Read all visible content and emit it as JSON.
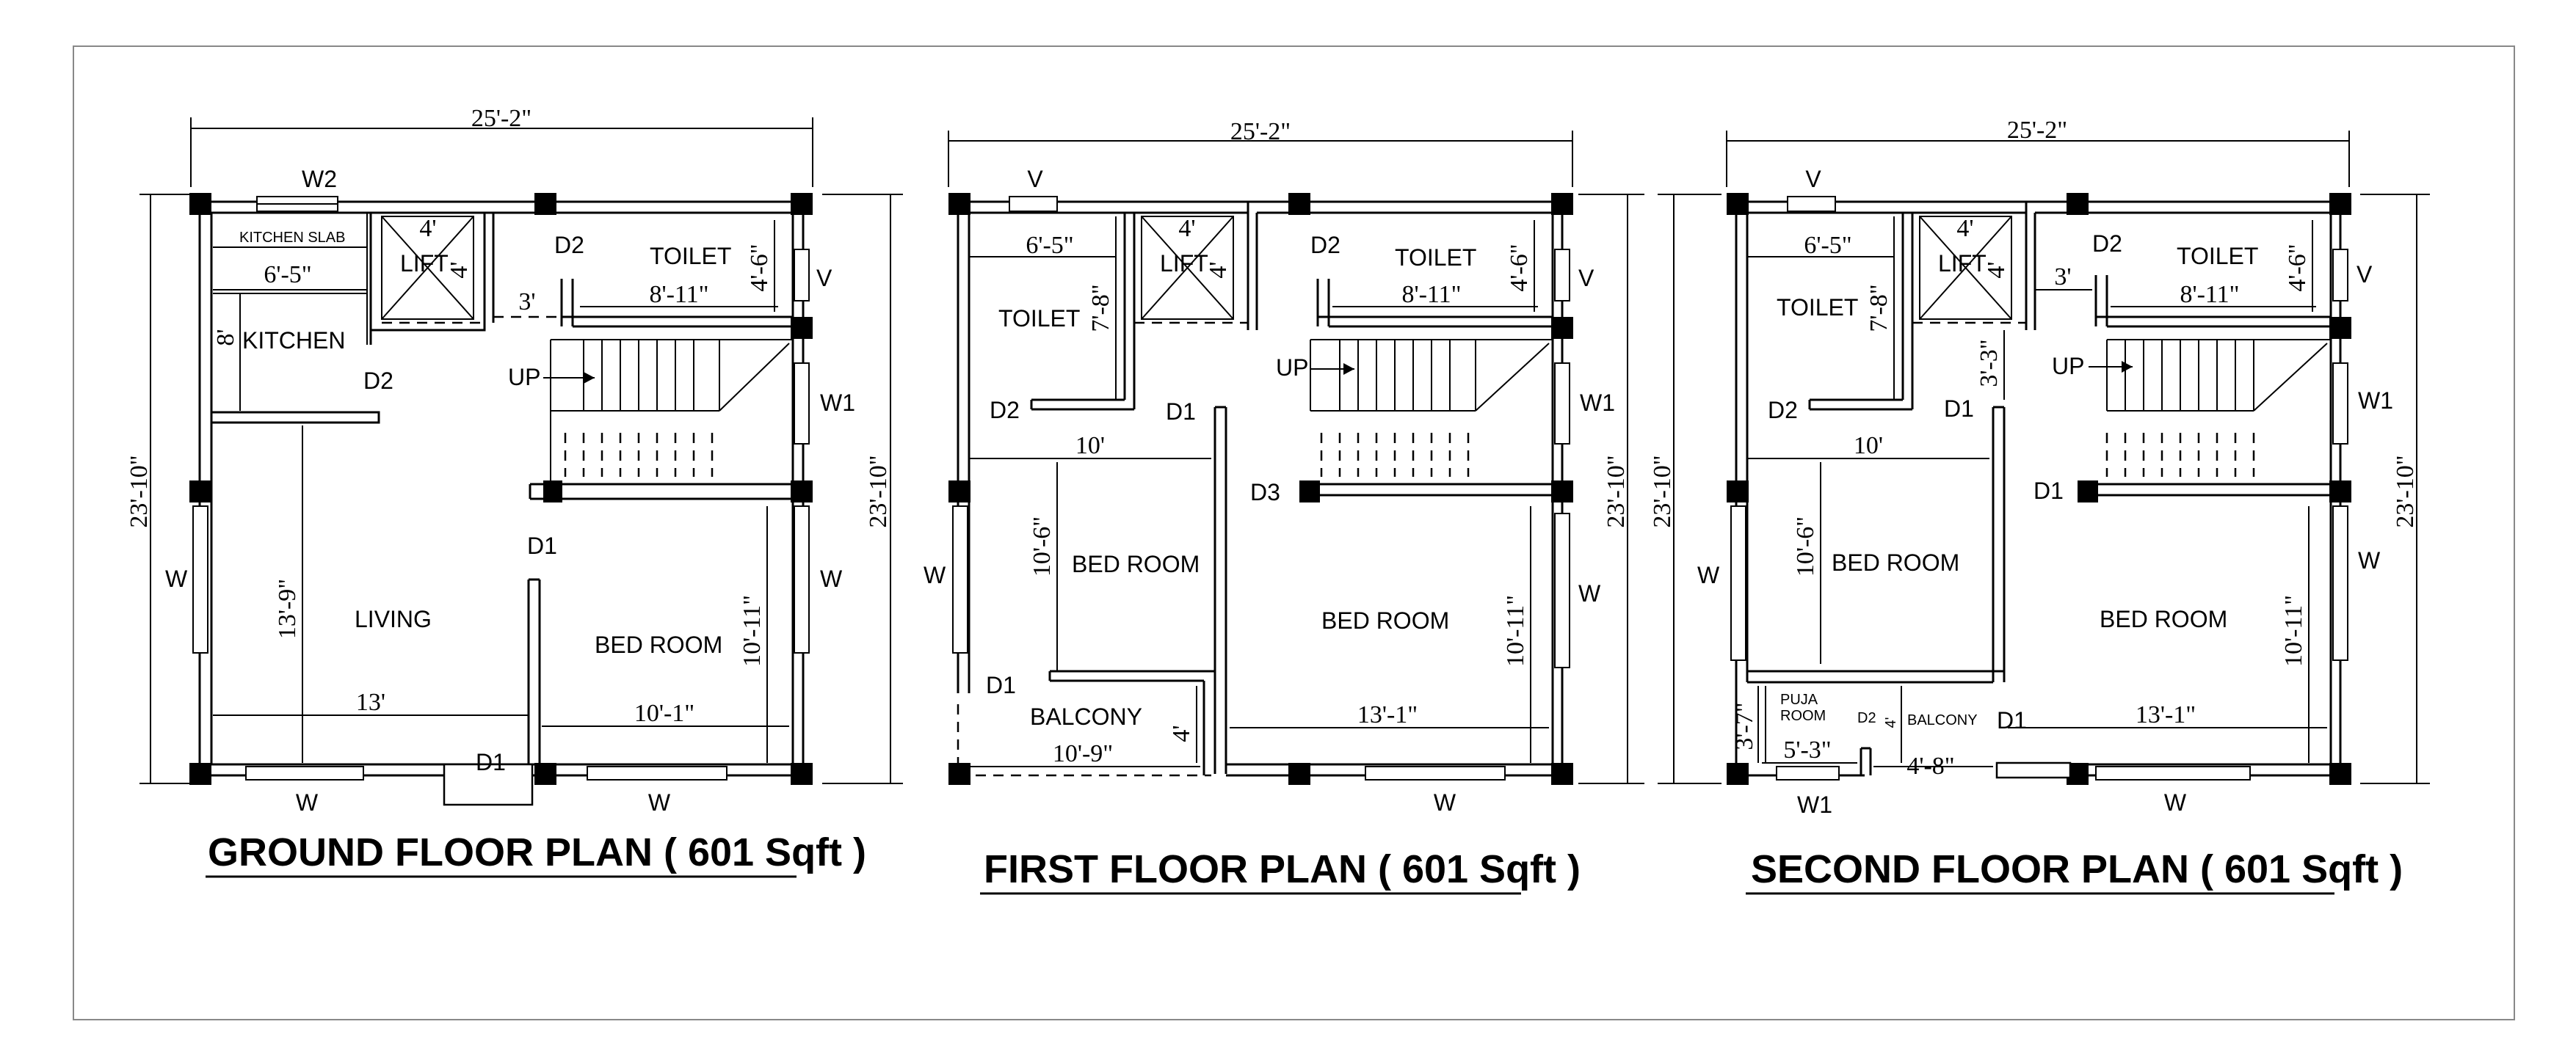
{
  "plans": [
    {
      "title": "GROUND FLOOR PLAN ( 601 Sqft )",
      "labels": {
        "width": "25'-2\"",
        "height_l": "23'-10\"",
        "height_r": "23'-10\"",
        "w2": "W2",
        "kitchen_slab": "KITCHEN SLAB",
        "d_6_5": "6'-5\"",
        "kitchen": "KITCHEN",
        "d_8": "8'",
        "lift": "LIFT",
        "lift_w": "4'",
        "lift_h": "4'",
        "d2_a": "D2",
        "d_3": "3'",
        "toilet": "TOILET",
        "d_8_11": "8'-11\"",
        "d_4_6": "4'-6\"",
        "v": "V",
        "up": "UP",
        "w1": "W1",
        "d2_b": "D2",
        "d1_a": "D1",
        "d_13_9": "13'-9\"",
        "living": "LIVING",
        "bedroom": "BED ROOM",
        "d_10_11": "10'-11\"",
        "w_left": "W",
        "w_right": "W",
        "d_13": "13'",
        "d_10_1": "10'-1\"",
        "d1_b": "D1",
        "w_bot_l": "W",
        "w_bot_r": "W"
      }
    },
    {
      "title": "FIRST FLOOR PLAN ( 601 Sqft )",
      "labels": {
        "width": "25'-2\"",
        "height_l": "23'-10\"",
        "height_r": "23'-10\"",
        "v_top": "V",
        "d_6_5": "6'-5\"",
        "toilet_l": "TOILET",
        "d_7_8": "7'-8\"",
        "lift": "LIFT",
        "lift_w": "4'",
        "lift_h": "4'",
        "d2_a": "D2",
        "toilet_r": "TOILET",
        "d_8_11": "8'-11\"",
        "d_4_6": "4'-6\"",
        "v_r": "V",
        "up": "UP",
        "w1": "W1",
        "d2_b": "D2",
        "d1_a": "D1",
        "d_10": "10'",
        "d3": "D3",
        "d_10_6": "10'-6\"",
        "bedroom_l": "BED ROOM",
        "bedroom_r": "BED ROOM",
        "w_left": "W",
        "w_right": "W",
        "d_10_11": "10'-11\"",
        "d1_b": "D1",
        "balcony": "BALCONY",
        "d_4": "4'",
        "d_13_1": "13'-1\"",
        "d_10_9": "10'-9\"",
        "w_bot": "W"
      }
    },
    {
      "title": "SECOND FLOOR PLAN ( 601 Sqft )",
      "labels": {
        "width": "25'-2\"",
        "height_l": "23'-10\"",
        "height_r": "23'-10\"",
        "v_top": "V",
        "d_6_5": "6'-5\"",
        "toilet_l": "TOILET",
        "d_7_8": "7'-8\"",
        "lift": "LIFT",
        "lift_w": "4'",
        "lift_h": "4'",
        "d_3": "3'",
        "d2_a": "D2",
        "toilet_r": "TOILET",
        "d_8_11": "8'-11\"",
        "d_4_6": "4'-6\"",
        "v_r": "V",
        "up": "UP",
        "d_3_3": "3'-3\"",
        "w1": "W1",
        "d2_b": "D2",
        "d1_a": "D1",
        "d_10": "10'",
        "d1_b": "D1",
        "d_10_6": "10'-6\"",
        "bedroom_l": "BED ROOM",
        "bedroom_r": "BED ROOM",
        "w_left": "W",
        "w_right": "W",
        "d_10_11": "10'-11\"",
        "d_3_7": "3'-7\"",
        "puja1": "PUJA",
        "puja2": "ROOM",
        "d2_c": "D2",
        "d_4": "4'",
        "balcony": "BALCONY",
        "d1_c": "D1",
        "d_13_1": "13'-1\"",
        "d_5_3": "5'-3\"",
        "d_4_8": "4'-8\"",
        "w1_bot": "W1",
        "w_bot": "W"
      }
    }
  ]
}
